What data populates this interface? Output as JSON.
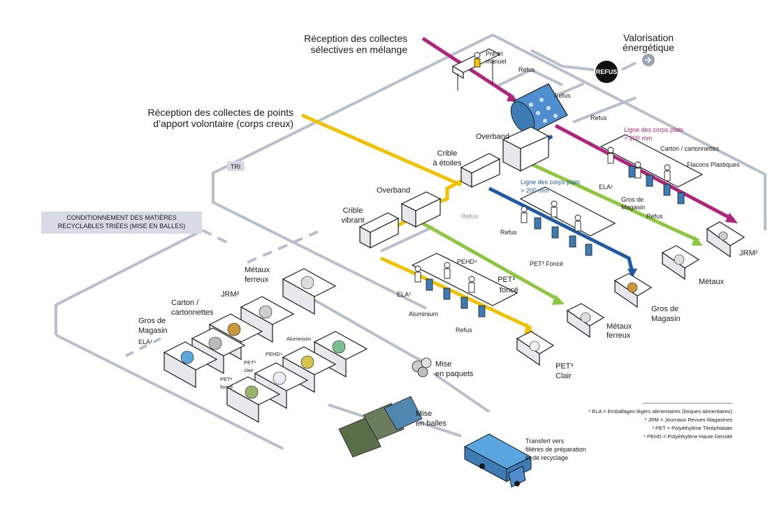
{
  "inputs": {
    "selective_line1": "Réception des collectes",
    "selective_line2": "sélectives en mélange",
    "voluntary_line1": "Réception des collectes de points",
    "voluntary_line2": "d’apport volontaire (corps creux)"
  },
  "energy": {
    "line1": "Valorisation",
    "line2": "énergétique",
    "refus_badge": "REFUS"
  },
  "zones": {
    "tri": "TRI",
    "conditioning_line1": "CONDITIONNEMENT DES MATIÈRES",
    "conditioning_line2": "RECYCLABLES TRIÉES (MISE EN BALLES)"
  },
  "machines": {
    "pretri_line1": "Pré-tri",
    "pretri_line2": "manuel",
    "overband_top": "Overband",
    "crible_etoiles_line1": "Crible",
    "crible_etoiles_line2": "à étoiles",
    "overband_left": "Overband",
    "crible_vibrant_line1": "Crible",
    "crible_vibrant_line2": "vibrant"
  },
  "refus_labels": {
    "r1": "Refus",
    "r2": "Refus",
    "r3": "Refus",
    "r4": "Refus",
    "r5": "Refus",
    "r6": "Refus",
    "r7": "Refus"
  },
  "lines": {
    "plats_mag_line1": "Ligne des corps plats",
    "plats_mag_line2": "> 200 mm",
    "plats_blue_line1": "Ligne des corps plats",
    "plats_blue_line2": "> 200 mm"
  },
  "mag_line_labels": {
    "carton": "Carton / cartonnettes",
    "flacons": "Flacons Plastiques",
    "ela": "ELA¹",
    "gros_line1": "Gros de",
    "gros_line2": "Magasin"
  },
  "blue_line_labels": {
    "pet_fonce": "PET³ Foncé"
  },
  "yellow_line_labels": {
    "pehd": "PEHD⁴",
    "pet_fonce_line1": "PET³",
    "pet_fonce_line2": "foncé",
    "ela": "ELA¹",
    "aluminium": "Aluminium"
  },
  "outputs": {
    "jrm": "JRM²",
    "metaux": "Métaux",
    "gros_line1": "Gros de",
    "gros_line2": "Magasin",
    "metaux_ferreux_line1": "Métaux",
    "metaux_ferreux_line2": "ferreux",
    "pet_clair_line1": "PET³",
    "pet_clair_line2": "Clair"
  },
  "storage": {
    "metaux_ferreux_line1": "Métaux",
    "metaux_ferreux_line2": "ferreux",
    "jrm": "JRM²",
    "carton_line1": "Carton /",
    "carton_line2": "cartonnettes",
    "gros_line1": "Gros de",
    "gros_line2": "Magasin",
    "ela": "ELA¹",
    "aluminium": "Aluminium",
    "pehd": "PEHD⁴",
    "pet_clair_line1": "PET³",
    "pet_clair_line2": "clair",
    "pet_fonce_line1": "PET³",
    "pet_fonce_line2": "foncé"
  },
  "process": {
    "paquets_line1": "Mise",
    "paquets_line2": "en paquets",
    "balles_line1": "Mise",
    "balles_line2": "en balles",
    "transfert_line1": "Transfert vers",
    "transfert_line2": "filières de préparation",
    "transfert_line3": "et de recyclage"
  },
  "footnotes": [
    "¹ ELA = Emballages légers alimentaires (briques alimentaires)",
    "² JRM = Journaux Revues Magasines",
    "³ PET = Polyéthylène Téréphtalate",
    "⁴ PEHD = Polyéthylène Haute Densité"
  ],
  "colors": {
    "magenta": "#b0247e",
    "yellow": "#f2c200",
    "blue": "#1f5aa6",
    "green": "#8dc63f",
    "grey": "#b8bfcc",
    "station_blue": "#3d7bb5"
  }
}
